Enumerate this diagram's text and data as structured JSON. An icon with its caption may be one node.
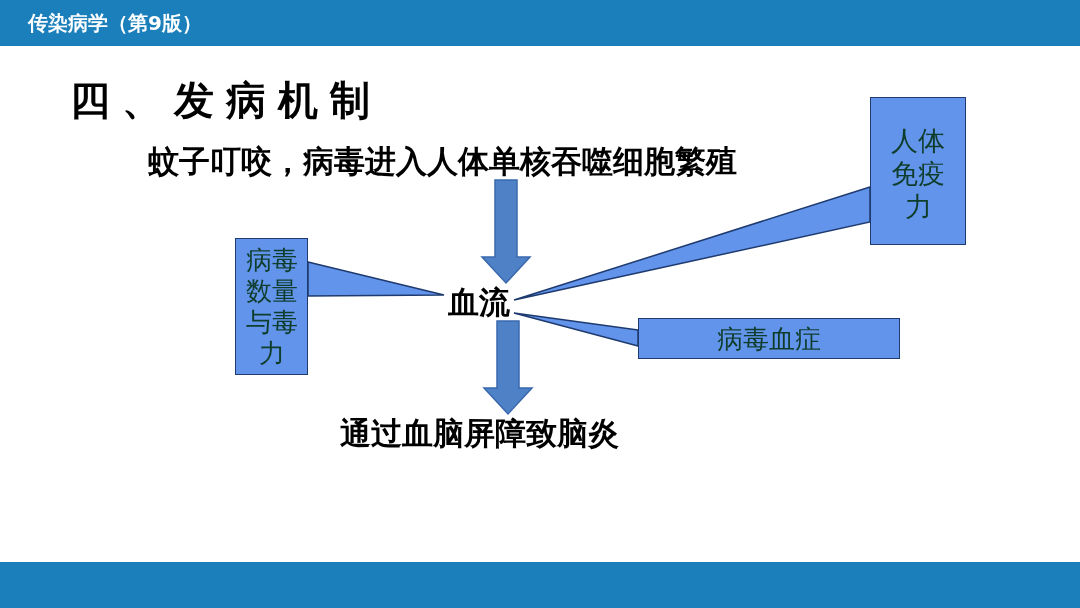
{
  "diagram": {
    "title": "四、发病机制",
    "nodes": [
      {
        "text": [
          "蚊子叮咬，病毒进入人体单核吞噬细胞繁殖"
        ]
      },
      {
        "text": [
          "血流"
        ]
      },
      {
        "text": [
          "通过血脑屏障致脑炎"
        ]
      },
      {
        "text": [
          "病毒数量与毒力"
        ]
      },
      {
        "text": [
          "人体免疫力"
        ]
      },
      {
        "text": [
          "病毒血症"
        ]
      }
    ],
    "edges": [
      {
        "from": 0,
        "to": 1,
        "arrow": "to"
      },
      {
        "from": 1,
        "to": 2,
        "arrow": "to"
      },
      {
        "from": 3,
        "to": 1,
        "arrow": "none"
      },
      {
        "from": 4,
        "to": 1,
        "arrow": "none"
      },
      {
        "from": 5,
        "to": 1,
        "arrow": "none"
      }
    ],
    "labels": [
      "传染病学（第9版）"
    ]
  }
}
